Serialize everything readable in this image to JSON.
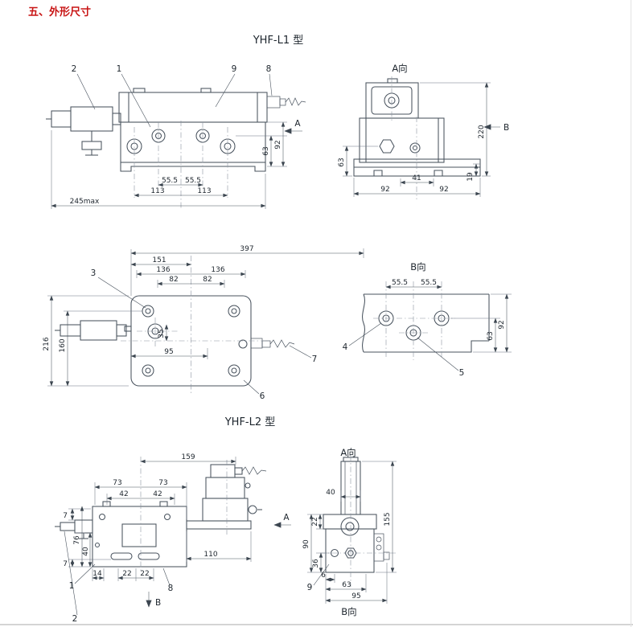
{
  "page": {
    "heading": "五、外形尺寸"
  },
  "l1": {
    "title": "YHF-L1 型",
    "front": {
      "view_arrow": "A",
      "callouts": {
        "c2": "2",
        "c1": "1",
        "c9": "9",
        "c8": "8"
      },
      "dims": {
        "d63": "63",
        "d92": "92",
        "d555a": "55.5",
        "d555b": "55.5",
        "d113a": "113",
        "d113b": "113",
        "d245": "245max"
      }
    },
    "view_a": {
      "title": "A向",
      "view_arrow": "B",
      "dims": {
        "d220": "220",
        "d63": "63",
        "d41": "41",
        "d92a": "92",
        "d92b": "92",
        "d19": "19"
      }
    },
    "top": {
      "callouts": {
        "c3": "3",
        "c7": "7",
        "c6": "6"
      },
      "dims": {
        "d397": "397",
        "d151": "151",
        "d136a": "136",
        "d136b": "136",
        "d82a": "82",
        "d82b": "82",
        "d216": "216",
        "d160": "160",
        "d35": "35",
        "d95": "95"
      }
    },
    "view_b": {
      "title": "B向",
      "callouts": {
        "c4": "4",
        "c5": "5"
      },
      "dims": {
        "d555a": "55.5",
        "d555b": "55.5",
        "d63": "63",
        "d92": "92"
      }
    }
  },
  "l2": {
    "title": "YHF-L2 型",
    "front": {
      "view_arrow_a": "A",
      "view_arrow_b": "B",
      "callouts": {
        "c1": "1",
        "c8": "8",
        "c2": "2"
      },
      "dims": {
        "d159": "159",
        "d73a": "73",
        "d73b": "73",
        "d42a": "42",
        "d42b": "42",
        "d7a": "7",
        "d76": "76",
        "d40": "40",
        "d7b": "7",
        "d14": "14",
        "d22a": "22",
        "d22b": "22",
        "d110": "110"
      }
    },
    "view_a": {
      "title": "A向",
      "bottom_label": "B向",
      "callouts": {
        "c9": "9"
      },
      "dims": {
        "d40": "40",
        "d22": "22",
        "d90": "90",
        "d36": "36",
        "d155": "155",
        "d6": "6",
        "d63": "63",
        "d95": "95"
      }
    }
  }
}
